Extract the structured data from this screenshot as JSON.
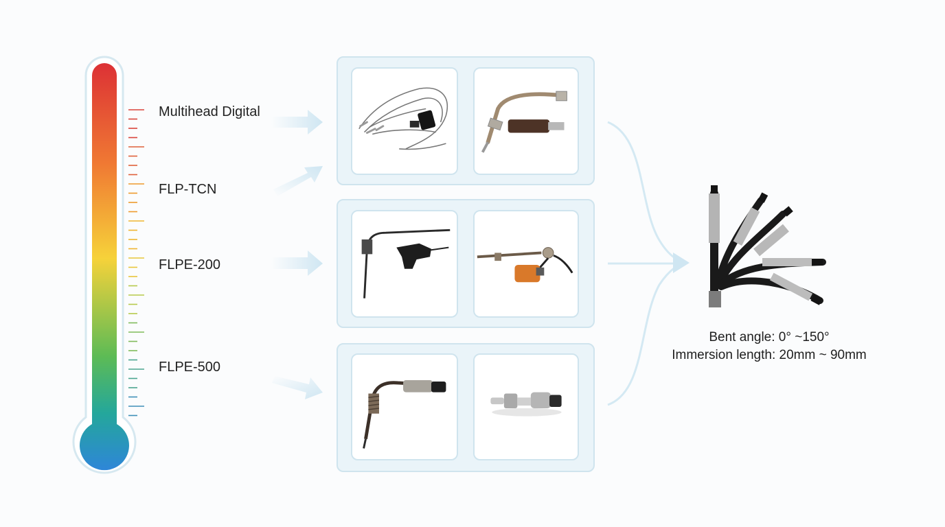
{
  "scale_labels": [
    {
      "text": "Multihead Digital",
      "color": "#d9433a"
    },
    {
      "text": "FLP-TCN",
      "color": "#ee9a2c"
    },
    {
      "text": "FLPE-200",
      "color": "#e8c53a"
    },
    {
      "text": "FLPE-500",
      "color": "#4aa58f"
    }
  ],
  "specs": {
    "bent_angle": "Bent angle: 0° ~150°",
    "immersion_length": "Immersion length: 20mm ~ 90mm"
  },
  "colors": {
    "thermo_top": "#dc3135",
    "thermo_mid": "#f6d23a",
    "thermo_green": "#5dbb55",
    "thermo_bottom": "#2e86d8",
    "arrow": "#cfe6f2",
    "panel_bg": "#eaf4f9",
    "panel_border": "#cfe4ee"
  },
  "product_images": [
    [
      "multihead-sensor-harness",
      "bent-probe-with-connector"
    ],
    [
      "bent-probe-with-clip",
      "straight-probe-orange-connector"
    ],
    [
      "curved-probe-threaded",
      "compact-probe-photo"
    ]
  ],
  "final_image": "fan-of-bent-probes"
}
